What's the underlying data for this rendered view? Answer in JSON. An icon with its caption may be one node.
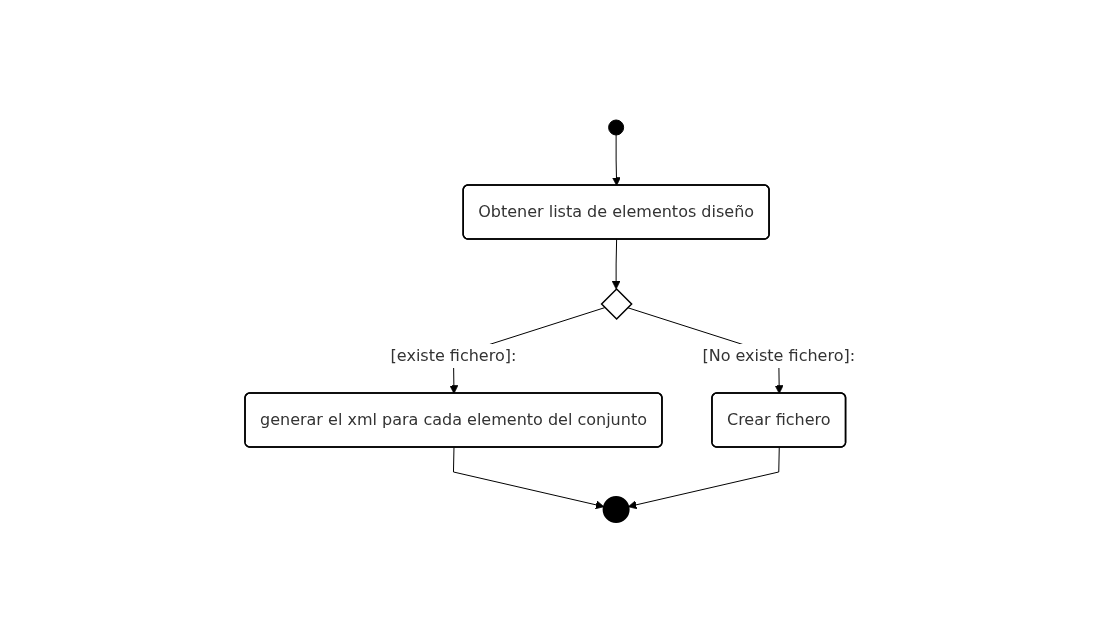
{
  "diagram": {
    "nodes": [
      {
        "text": [],
        "shape": "circle"
      },
      {
        "text": [
          "Obtener lista de elementos diseño"
        ]
      },
      {
        "text": [],
        "shape": "diamond"
      },
      {
        "text": [
          "generar el xml para cada elemento del conjunto"
        ]
      },
      {
        "text": [
          "Crear fichero"
        ]
      },
      {
        "text": [],
        "shape": "circle"
      }
    ],
    "edges": [
      {
        "from": 0,
        "to": 1,
        "arrow": "to"
      },
      {
        "from": 1,
        "to": 2,
        "arrow": "to"
      },
      {
        "from": 2,
        "to": 4,
        "label": "[No existe fichero]:",
        "arrow": "to"
      },
      {
        "from": 2,
        "to": 3,
        "label": "[existe fichero]:",
        "arrow": "to"
      },
      {
        "from": 3,
        "to": 5,
        "arrow": "to"
      },
      {
        "from": 4,
        "to": 5,
        "arrow": "to"
      }
    ]
  }
}
